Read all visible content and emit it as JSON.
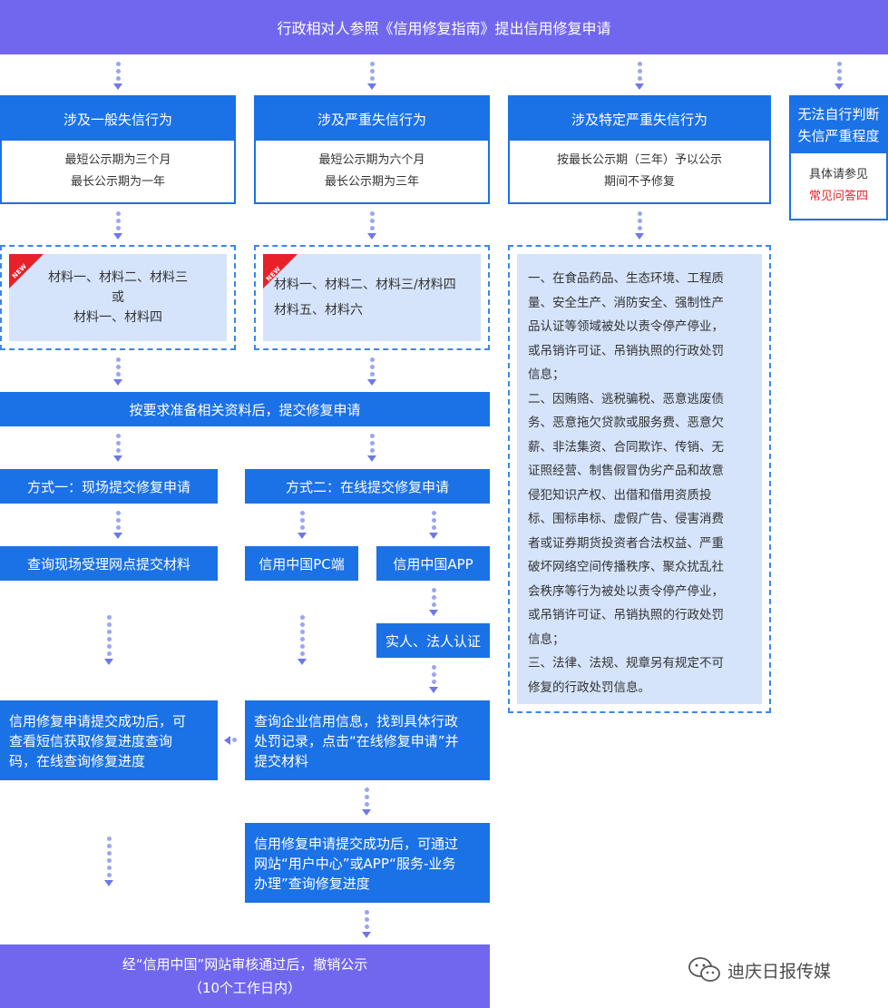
{
  "top_banner": "行政相对人参照《信用修复指南》提出信用修复申请",
  "categories": {
    "general": {
      "title": "涉及一般失信行为",
      "line1": "最短公示期为三个月",
      "line2": "最长公示期为一年"
    },
    "serious": {
      "title": "涉及严重失信行为",
      "line1": "最短公示期为六个月",
      "line2": "最长公示期为三年"
    },
    "special": {
      "title": "涉及特定严重失信行为",
      "line1": "按最长公示期（三年）予以公示",
      "line2": "期间不予修复"
    },
    "unknown": {
      "title_line1": "无法自行判断",
      "title_line2": "失信严重程度",
      "body_line1": "具体请参见",
      "body_line2": "常见问答四",
      "link_color": "#e8202a"
    }
  },
  "materials": {
    "new_badge": "NEW",
    "general": {
      "line1": "材料一、材料二、材料三",
      "line2": "或",
      "line3": "材料一、材料四"
    },
    "serious": {
      "line1": "材料一、材料二、材料三/材料四",
      "line2": "材料五、材料六"
    }
  },
  "special_list": [
    "一、在食品药品、生态环境、工程质",
    "量、安全生产、消防安全、强制性产",
    "品认证等领域被处以责令停产停业，",
    "或吊销许可证、吊销执照的行政处罚",
    "信息；",
    "二、因贿赂、逃税骗税、恶意逃废债",
    "务、恶意拖欠贷款或服务费、恶意欠",
    "薪、非法集资、合同欺诈、传销、无",
    "证照经营、制售假冒伪劣产品和故意",
    "侵犯知识产权、出借和借用资质投",
    "标、围标串标、虚假广告、侵害消费",
    "者或证券期货投资者合法权益、严重",
    "破坏网络空间传播秩序、聚众扰乱社",
    "会秩序等行为被处以责令停产停业，",
    "或吊销许可证、吊销执照的行政处罚",
    "信息；",
    "三、法律、法规、规章另有规定不可",
    "修复的行政处罚信息。"
  ],
  "submit_bar": "按要求准备相关资料后，提交修复申请",
  "method1": {
    "title": "方式一：现场提交修复申请",
    "step1": "查询现场受理网点提交材料"
  },
  "method2": {
    "title": "方式二：在线提交修复申请",
    "pc": "信用中国PC端",
    "app": "信用中国APP",
    "auth": "实人、法人认证"
  },
  "left_result": {
    "line1": "信用修复申请提交成功后，可",
    "line2": "查看短信获取修复进度查询",
    "line3": "码，在线查询修复进度"
  },
  "query_enterprise": {
    "line1": "查询企业信用信息，找到具体行政",
    "line2": "处罚记录，点击“在线修复申请”并",
    "line3": "提交材料"
  },
  "online_result": {
    "line1": "信用修复申请提交成功后，可通过",
    "line2": "网站“用户中心”或APP“服务-业务",
    "line3": "办理”查询修复进度"
  },
  "final": {
    "line1": "经“信用中国”网站审核通过后，撤销公示",
    "line2": "（10个工作日内）"
  },
  "watermark": "迪庆日报传媒",
  "colors": {
    "purple": "#7167ef",
    "blue": "#1b71e6",
    "light_blue": "#d5e4fb",
    "red": "#e8202a"
  }
}
